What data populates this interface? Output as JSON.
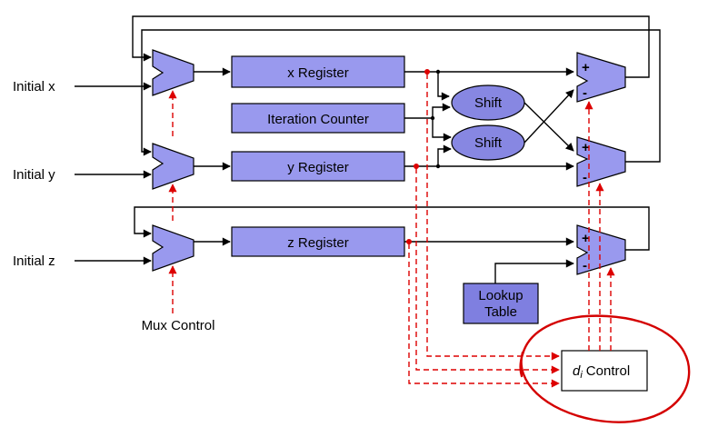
{
  "figure": {
    "labels": {
      "initial_x": "Initial x",
      "initial_y": "Initial y",
      "initial_z": "Initial z",
      "mux_control": "Mux Control"
    },
    "blocks": {
      "x_register": "x Register",
      "iteration_counter": "Iteration Counter",
      "y_register": "y Register",
      "z_register": "z Register",
      "shift_upper": "Shift",
      "shift_lower": "Shift",
      "lookup_line1": "Lookup",
      "lookup_line2": "Table",
      "di_d": "d",
      "di_sub": "i",
      "di_rest": "Control"
    },
    "adder_ops": {
      "plus": "+",
      "minus": "-"
    },
    "colors": {
      "block_fill": "#9999ee",
      "shift_fill": "#8787e2",
      "lookup_fill": "#7f7fe0",
      "di_fill": "#ffffff",
      "wire_black": "#000000",
      "control_red": "#dd0000",
      "circle_red": "#d40000",
      "text": "#000000"
    }
  }
}
